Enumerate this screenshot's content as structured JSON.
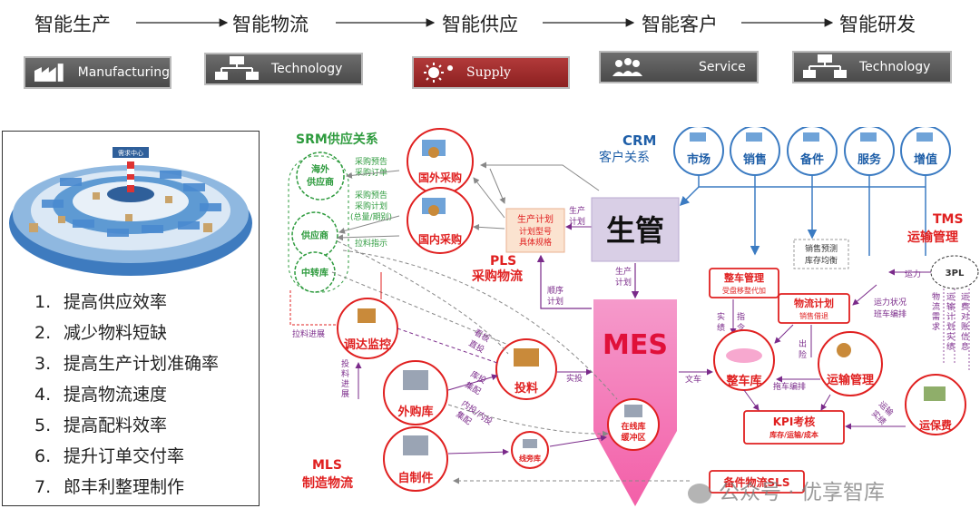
{
  "stages": [
    "智能生产",
    "智能物流",
    "智能供应",
    "智能客户",
    "智能研发"
  ],
  "badges": [
    "Manufacturing",
    "Technology",
    "Supply",
    "Service",
    "Technology"
  ],
  "colors": {
    "red": "#e02020",
    "green": "#2e9b3e",
    "blue": "#1f5fa8",
    "pink": "#f06aa8",
    "gray_badge": "#555555",
    "red_badge": "#9c2828"
  },
  "left_panel": {
    "center_label": "需求中心",
    "goals": [
      {
        "num": "1.",
        "text": "提高供应效率"
      },
      {
        "num": "2.",
        "text": "减少物料短缺"
      },
      {
        "num": "3.",
        "text": "提高生产计划准确率"
      },
      {
        "num": "4.",
        "text": "提高物流速度"
      },
      {
        "num": "5.",
        "text": "提高配料效率"
      },
      {
        "num": "6.",
        "text": "提升订单交付率"
      },
      {
        "num": "7.",
        "text": "郎丰利整理制作"
      }
    ]
  },
  "diagram": {
    "srm_title": "SRM供应关系",
    "suppliers": [
      "海外供应商",
      "供应商",
      "中转库"
    ],
    "crm_title": [
      "CRM",
      "客户关系"
    ],
    "crm_nodes": [
      "市场",
      "销售",
      "备件",
      "服务",
      "增值"
    ],
    "foreign_purchase": "国外采购",
    "domestic_purchase": "国内采购",
    "purchase_notes_1": [
      "采购预告",
      "采购订单"
    ],
    "purchase_notes_2": [
      "采购预告",
      "采购计划",
      "(总量/期别)"
    ],
    "pull_instruction": "拉料指示",
    "prod_plan": [
      "生产计划",
      "计划型号",
      "具体规格"
    ],
    "prod_plan_arrow": [
      "生产",
      "计划"
    ],
    "pls": [
      "PLS",
      "采购物流"
    ],
    "production_mgmt": "生管",
    "mes": "MES",
    "mes_plan": [
      "生产",
      "计划"
    ],
    "order_plan": [
      "顺序",
      "计划"
    ],
    "tms": [
      "TMS",
      "运输管理"
    ],
    "sales_forecast": [
      "销售预测",
      "库存均衡"
    ],
    "vehicle_mgmt": [
      "整车管理",
      "受盘移整代加"
    ],
    "logistics_plan": [
      "物流计划",
      "销售借退"
    ],
    "three_pl": "3PL",
    "capacity": "运力",
    "capacity_status": [
      "运力状况",
      "班车编排"
    ],
    "logistics_demand": [
      "物",
      "流",
      "需",
      "求"
    ],
    "transport_plan": [
      "运",
      "输",
      "计",
      "划",
      "实",
      "绩"
    ],
    "freight_info": [
      "运",
      "费",
      "对",
      "账",
      "信",
      "息"
    ],
    "actual_labels": [
      "实",
      "绩"
    ],
    "instruction_labels": [
      "指",
      "令"
    ],
    "outbound_labels": [
      "出",
      "险"
    ],
    "pull_progress": "拉料进展",
    "dispatch_monitor": "调达监控",
    "dispatch_progress": [
      "投",
      "料",
      "进",
      "展"
    ],
    "view_delivery": [
      "看板",
      "直投"
    ],
    "feeding": "投料",
    "actual_feed": "实投",
    "warehouse_feed": [
      "库投",
      "集配"
    ],
    "inner_feed": [
      "内投/内投",
      "集配"
    ],
    "outsourced_store": "外购库",
    "self_made": "自制件",
    "line_store": "线旁库",
    "buffer_zone": [
      "在线库",
      "缓冲区"
    ],
    "vehicle_store": "整车库",
    "text_car": "文车",
    "dispatch_car": "拖车编排",
    "transport_mgmt": "运输管理",
    "transport_actual": [
      "运输",
      "实绩"
    ],
    "freight": "运保费",
    "kpi": [
      "KPI考核",
      "库存/运输/成本"
    ],
    "mls": [
      "MLS",
      "制造物流"
    ],
    "spare_sls": "备件物流SLS",
    "watermark": "公众号 · 优享智库"
  }
}
